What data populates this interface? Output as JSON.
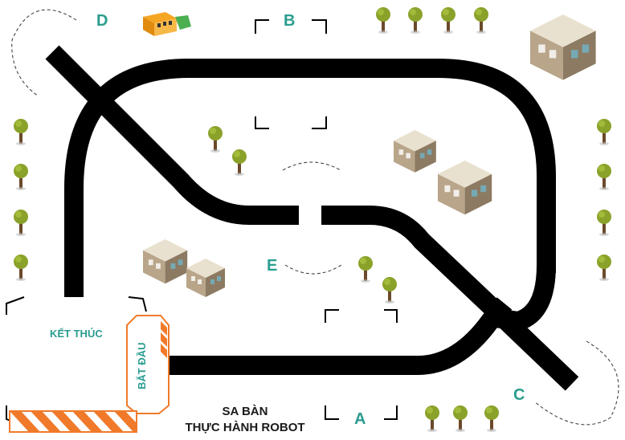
{
  "board": {
    "title_line1": "SA BÀN",
    "title_line2": "THỰC HÀNH ROBOT",
    "finish_label": "KẾT THÚC",
    "start_label": "BẮT ĐẦU"
  },
  "checkpoints": {
    "a": "A",
    "b": "B",
    "c": "C",
    "d": "D",
    "e": "E"
  },
  "colors": {
    "track": "#000000",
    "checkpoint_label": "#2a9d8f",
    "start_zone": "#f07a2a",
    "tree_foliage": "#8aa22a",
    "tree_trunk": "#6b4a2b",
    "background": "#ffffff"
  },
  "icons": {
    "tree": "tree-icon",
    "building": "building-icon",
    "bus": "bus-icon"
  }
}
